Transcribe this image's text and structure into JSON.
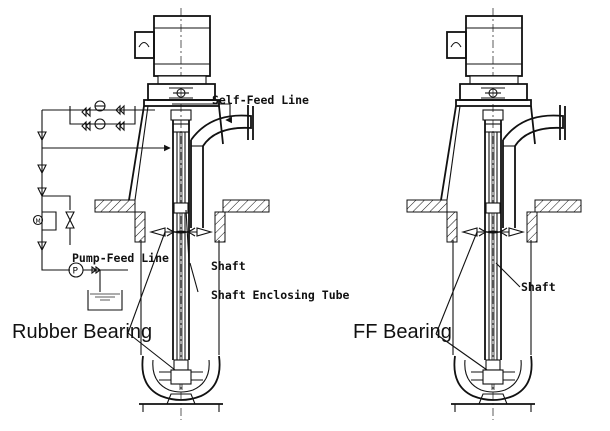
{
  "left_pump": {
    "labels": {
      "self_feed_line": "Self-Feed Line",
      "pump_feed_line": "Pump-Feed Line",
      "shaft": "Shaft",
      "shaft_enclosing_tube": "Shaft Enclosing Tube",
      "bearing": "Rubber Bearing",
      "pump_symbol": "P",
      "motor_symbol": "M"
    }
  },
  "right_pump": {
    "labels": {
      "shaft": "Shaft",
      "bearing": "FF Bearing"
    }
  }
}
